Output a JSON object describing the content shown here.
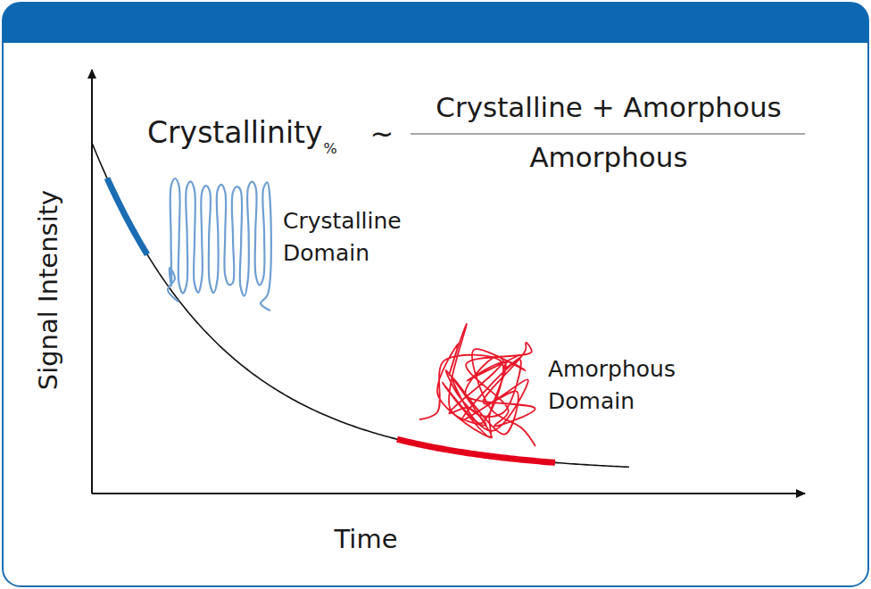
{
  "diagram": {
    "labels": [
      "Crystallinity",
      "%",
      "~",
      "Crystalline + Amorphous",
      "Amorphous",
      "Crystalline Domain",
      "Amorphous Domain",
      "Signal Intensity",
      "Time"
    ]
  }
}
